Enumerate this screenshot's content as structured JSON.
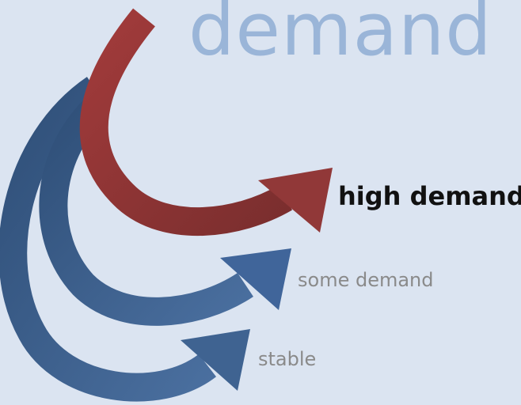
{
  "title": "demand",
  "labels": {
    "high": "high demand",
    "some": "some demand",
    "stable": "stable"
  },
  "colors": {
    "background": "#dbe4f1",
    "title": "#9ab5d8",
    "red_arrow": "#8d3636",
    "blue_arrow": "#3c5f8c",
    "high_label": "#111111",
    "other_labels": "#8a8a8a"
  }
}
